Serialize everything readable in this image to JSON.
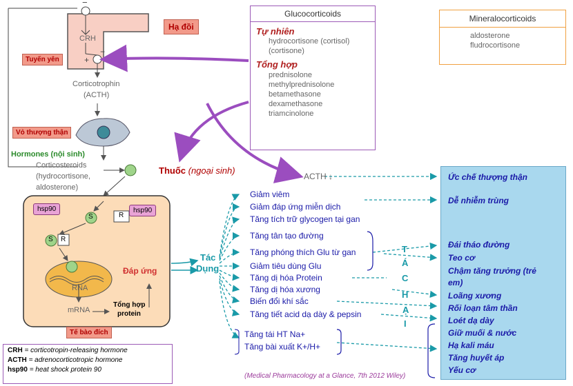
{
  "hypothalamus": {
    "label": "Hạ đồi",
    "crh": "CRH",
    "minus_top": "−",
    "plus": "+",
    "minus": "−"
  },
  "pituitary": {
    "label": "Tuyến yên"
  },
  "acth_name": {
    "line1": "Corticotrophin",
    "line2": "(ACTH)"
  },
  "adrenal": {
    "label": "Vỏ thượng thận"
  },
  "hormones": {
    "label": "Hormones (nội sinh)",
    "desc1": "Corticosteroids",
    "desc2": "(hydrocortisone,",
    "desc3": "aldosterone)"
  },
  "drug": {
    "bold": "Thuốc",
    "italic": "(ngoại sinh)"
  },
  "cell": {
    "hsp90_left": "hsp90",
    "hsp90_right": "hsp90",
    "s1": "S",
    "r1": "R",
    "s2": "S",
    "r2": "R",
    "rna": "RNA",
    "mrna": "mRNA",
    "protein1": "Tổng hợp",
    "protein2": "protein",
    "response": "Đáp ứng",
    "label": "Tế bào đích"
  },
  "gluco": {
    "title": "Glucocorticoids",
    "natural_title": "Tự nhiên",
    "natural": [
      "hydrocortisone (cortisol)",
      "(cortisone)"
    ],
    "synthetic_title": "Tổng hợp",
    "synthetic": [
      "prednisolone",
      "methylprednisolone",
      "betamethasone",
      "dexamethasone",
      "triamcinolone"
    ]
  },
  "mineral": {
    "title": "Mineralocorticoids",
    "items": [
      "aldosterone",
      "fludrocortisone"
    ]
  },
  "acth_down": "ACTH ↓",
  "tac_dung": {
    "line1": "Tác",
    "line2": "Dụng"
  },
  "effects": [
    "Giảm viêm",
    "Giảm đáp ứng miễn dịch",
    "Tăng tích trữ glycogen tại gan",
    "Tăng tân tạo đường",
    "Tăng phóng thích Glu từ gan",
    "Giảm tiêu dùng Glu",
    "Tăng dị hóa Protein",
    "Tăng dị hóa xương",
    "Biến đổi khí sắc",
    "Tăng tiết acid dạ dày & pepsin"
  ],
  "mineral_effects": [
    "Tăng tái HT Na+",
    "Tăng bài xuất K+/H+"
  ],
  "tac_hai": [
    "T",
    "Á",
    "C",
    "H",
    "Ạ",
    "I"
  ],
  "side_effects": [
    "Ức chế thượng thận",
    "Dễ nhiễm trùng",
    "Đái tháo đường",
    "Teo cơ",
    "Chậm tăng trưởng (trẻ",
    "em)",
    "Loãng xương",
    "Rối loạn tâm thần",
    "Loét dạ dày",
    "Giữ muối & nước",
    "Hạ kali máu",
    "Tăng huyết áp",
    "Yếu cơ"
  ],
  "legend": [
    {
      "abbr": "CRH",
      "text": "= corticotropin-releasing hormone"
    },
    {
      "abbr": "ACTH",
      "text": "= adrenocorticotropic hormone"
    },
    {
      "abbr": "hsp90",
      "text": "= heat shock protein 90"
    }
  ],
  "citation": "(Medical Pharmacology at a Glance, 7th 2012 Wiley)",
  "colors": {
    "purple": "#9b59b6",
    "blue_text": "#1a1aa8",
    "teal": "#1a9aa8",
    "side_bg": "#a9d8ee",
    "cell_bg": "#fcdcb8",
    "hypo_bg": "#f8cfc4"
  }
}
